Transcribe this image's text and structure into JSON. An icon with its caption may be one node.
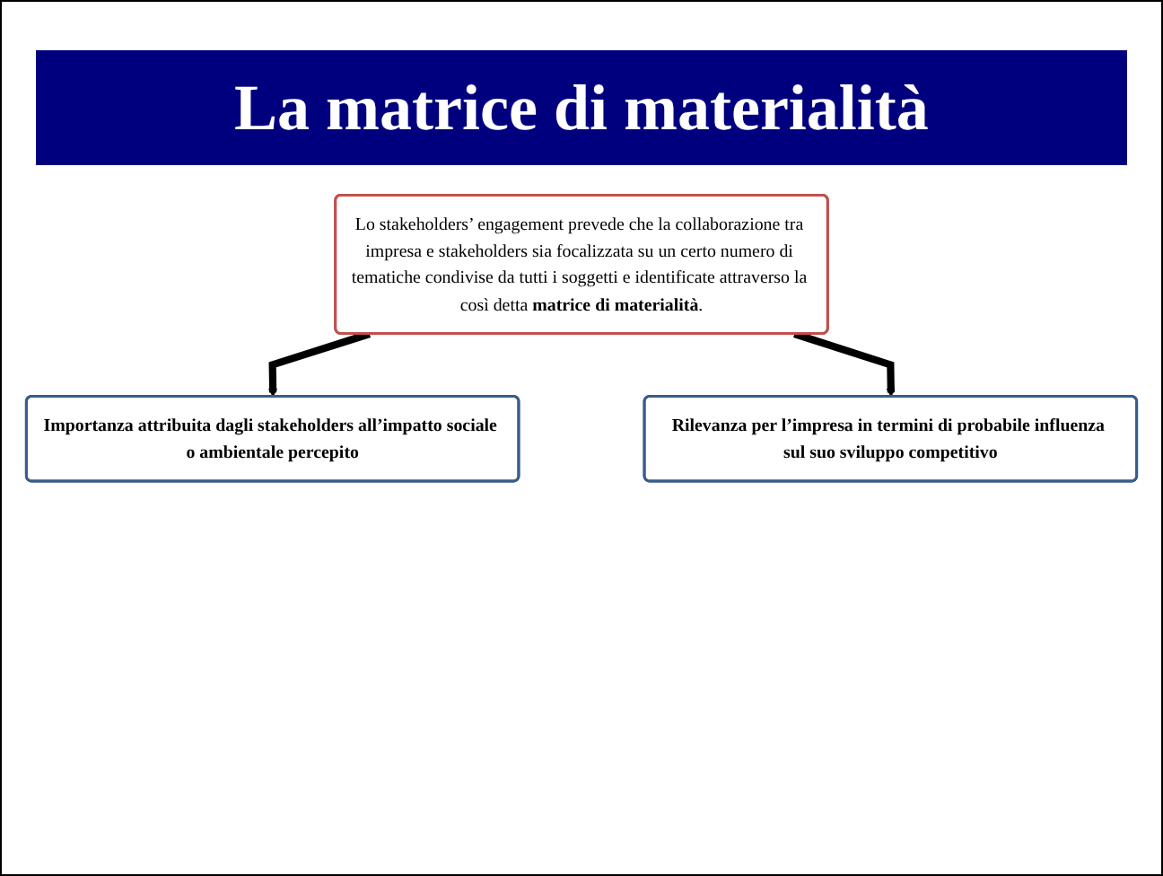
{
  "diagram": {
    "title": "La matrice di materialità",
    "nodes": [
      {
        "text": [
          "Lo stakeholders’ engagement prevede che la collaborazione tra impresa e stakeholders sia focalizzata su un certo numero di tematiche condivise da tutti i soggetti e identificate attraverso la così detta **matrice di materialità**."
        ]
      },
      {
        "text": [
          "Importanza attribuita dagli stakeholders all’impatto sociale o ambientale percepito"
        ]
      },
      {
        "text": [
          "Rilevanza per l’impresa in termini di probabile influenza sul suo sviluppo competitivo"
        ]
      }
    ],
    "edges": [
      {
        "from": 0,
        "to": 1,
        "arrow": "to"
      },
      {
        "from": 0,
        "to": 2,
        "arrow": "to"
      }
    ]
  }
}
